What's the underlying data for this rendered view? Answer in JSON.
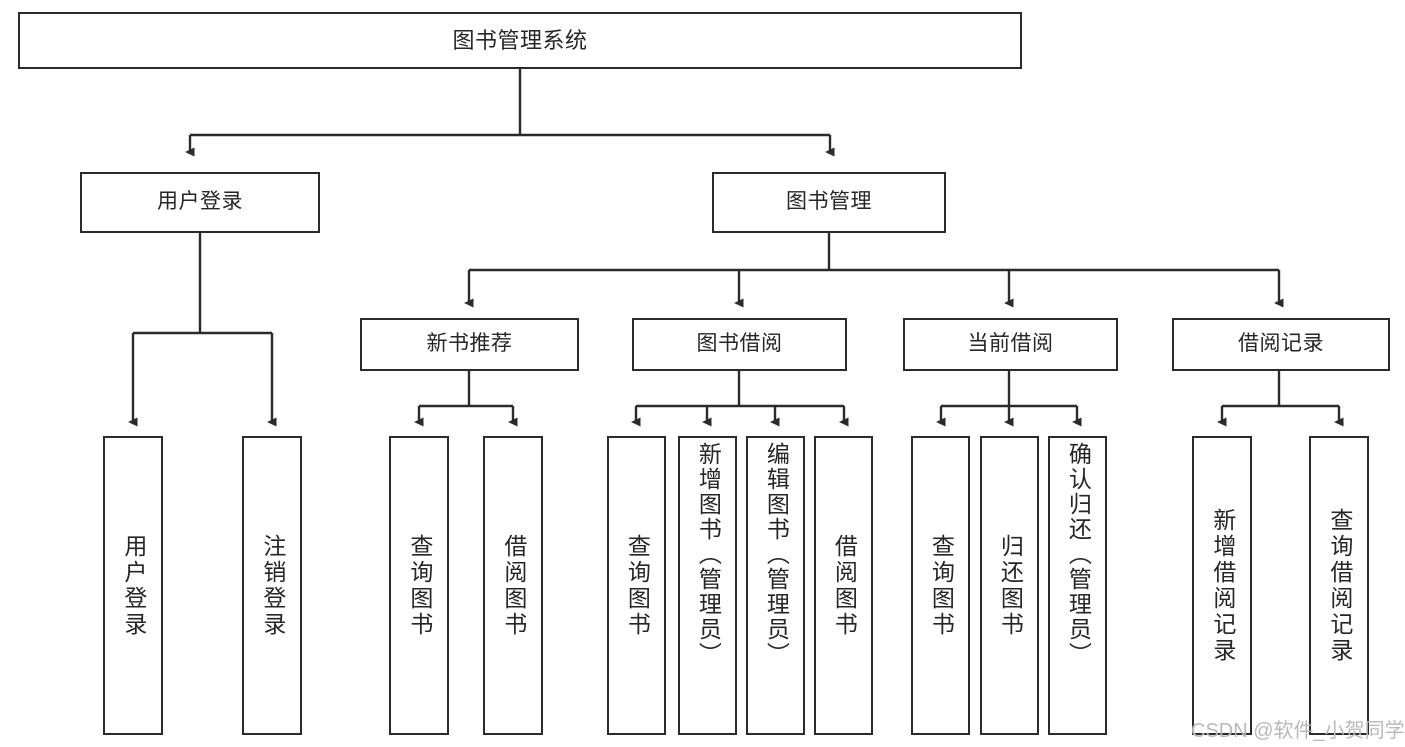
{
  "diagram": {
    "title": "图书管理系统",
    "type": "tree-structure-chart",
    "line_color": "#2b2b2b",
    "box_fill": "#ffffff",
    "text_color": "#262626"
  },
  "root": {
    "label": "图书管理系统"
  },
  "level2": [
    {
      "label": "用户登录"
    },
    {
      "label": "图书管理"
    }
  ],
  "level3": [
    {
      "label": "新书推荐"
    },
    {
      "label": "图书借阅"
    },
    {
      "label": "当前借阅"
    },
    {
      "label": "借阅记录"
    }
  ],
  "leaves": {
    "user_login": [
      {
        "label": "用户登录"
      },
      {
        "label": "注销登录"
      }
    ],
    "new_book_recommend": [
      {
        "label": "查询图书"
      },
      {
        "label": "借阅图书"
      }
    ],
    "book_borrow": [
      {
        "label": "查询图书"
      },
      {
        "label": "新增图书（管理员）"
      },
      {
        "label": "编辑图书（管理员）"
      },
      {
        "label": "借阅图书"
      }
    ],
    "current_borrow": [
      {
        "label": "查询图书"
      },
      {
        "label": "归还图书"
      },
      {
        "label": "确认归还（管理员）"
      }
    ],
    "borrow_record": [
      {
        "label": "新增借阅记录"
      },
      {
        "label": "查询借阅记录"
      }
    ]
  },
  "watermark": {
    "text": "CSDN @软件_小贺同学"
  }
}
